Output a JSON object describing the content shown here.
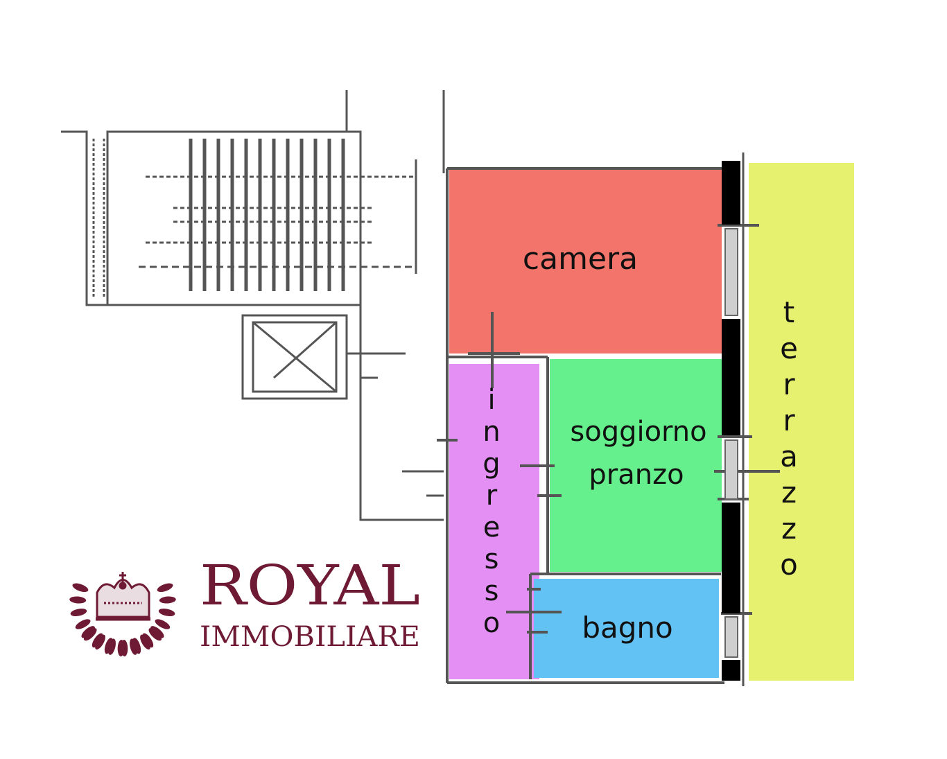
{
  "rooms": {
    "camera": {
      "label": "camera",
      "color": "#f2746a"
    },
    "ingresso": {
      "label": "ingresso",
      "color": "#e48ff3"
    },
    "soggiorno": {
      "label_line1": "soggiorno",
      "label_line2": "pranzo",
      "color": "#66f08d"
    },
    "bagno": {
      "label": "bagno",
      "color": "#62c2f3"
    },
    "terrazzo": {
      "label": "terrazzo",
      "color": "#e7f170"
    }
  },
  "logo": {
    "title": "ROYAL",
    "subtitle": "IMMOBILIARE",
    "color": "#6e1a34"
  },
  "colors": {
    "wall": "#555555",
    "balcony_wall": "#000000"
  }
}
